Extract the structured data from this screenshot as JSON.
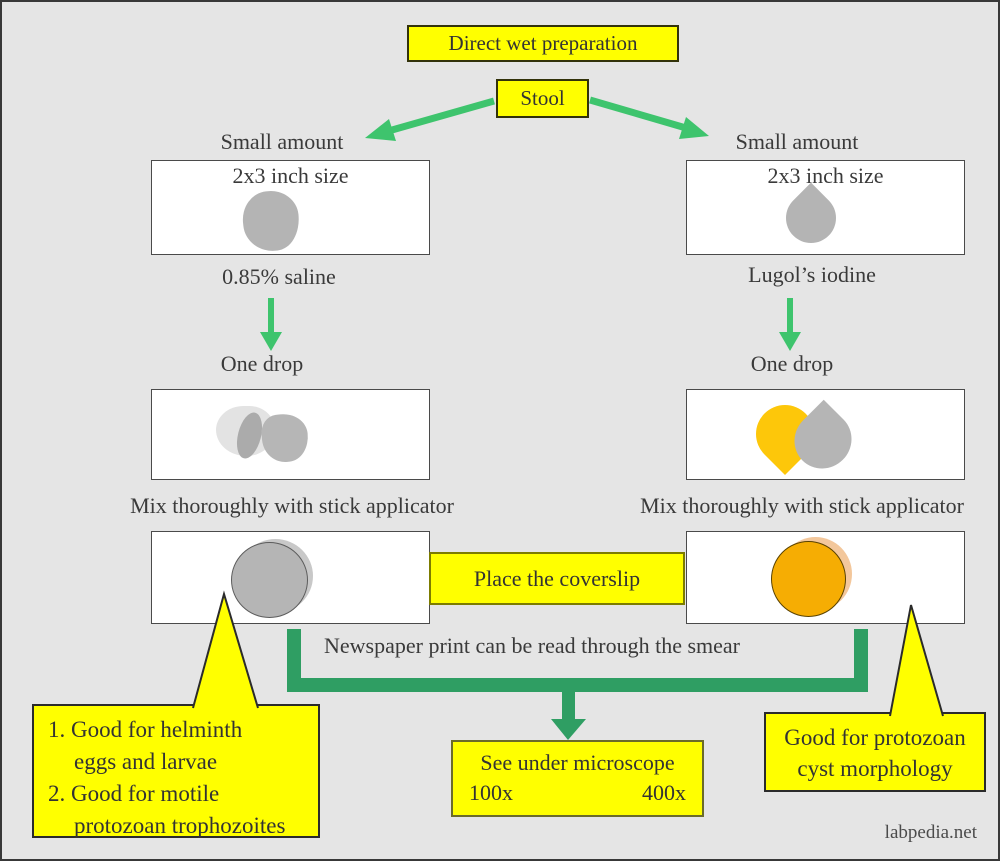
{
  "flow": {
    "title": "Direct wet preparation",
    "source": "Stool",
    "coverslip": "Place the coverslip",
    "newspaper_note": "Newspaper print can be read through the smear"
  },
  "left_branch": {
    "amount": "Small amount",
    "slide_size": "2x3 inch size",
    "reagent": "0.85% saline",
    "drop": "One drop",
    "mix": "Mix thoroughly with stick applicator"
  },
  "right_branch": {
    "amount": "Small amount",
    "slide_size": "2x3 inch size",
    "reagent": "Lugol’s iodine",
    "drop": "One drop",
    "mix": "Mix thoroughly with stick applicator"
  },
  "microscope": {
    "label": "See under microscope",
    "low_power": "100x",
    "high_power": "400x"
  },
  "left_callout": {
    "lines": [
      "1. Good for helminth",
      "eggs and larvae",
      "2. Good for motile",
      "protozoan trophozoites"
    ]
  },
  "right_callout": {
    "lines": [
      "Good for protozoan",
      "cyst morphology"
    ]
  },
  "watermark": "labpedia.net",
  "colors": {
    "background": "#e5e5e5",
    "highlight_yellow": "#ffff00",
    "arrow_green": "#3ec46d",
    "bracket_green": "#2f9e63",
    "specimen_gray": "#b5b5b5",
    "iodine_orange": "#f6ad03",
    "iodine_drop_yellow": "#fdc70a",
    "text": "#3a3a3a"
  }
}
